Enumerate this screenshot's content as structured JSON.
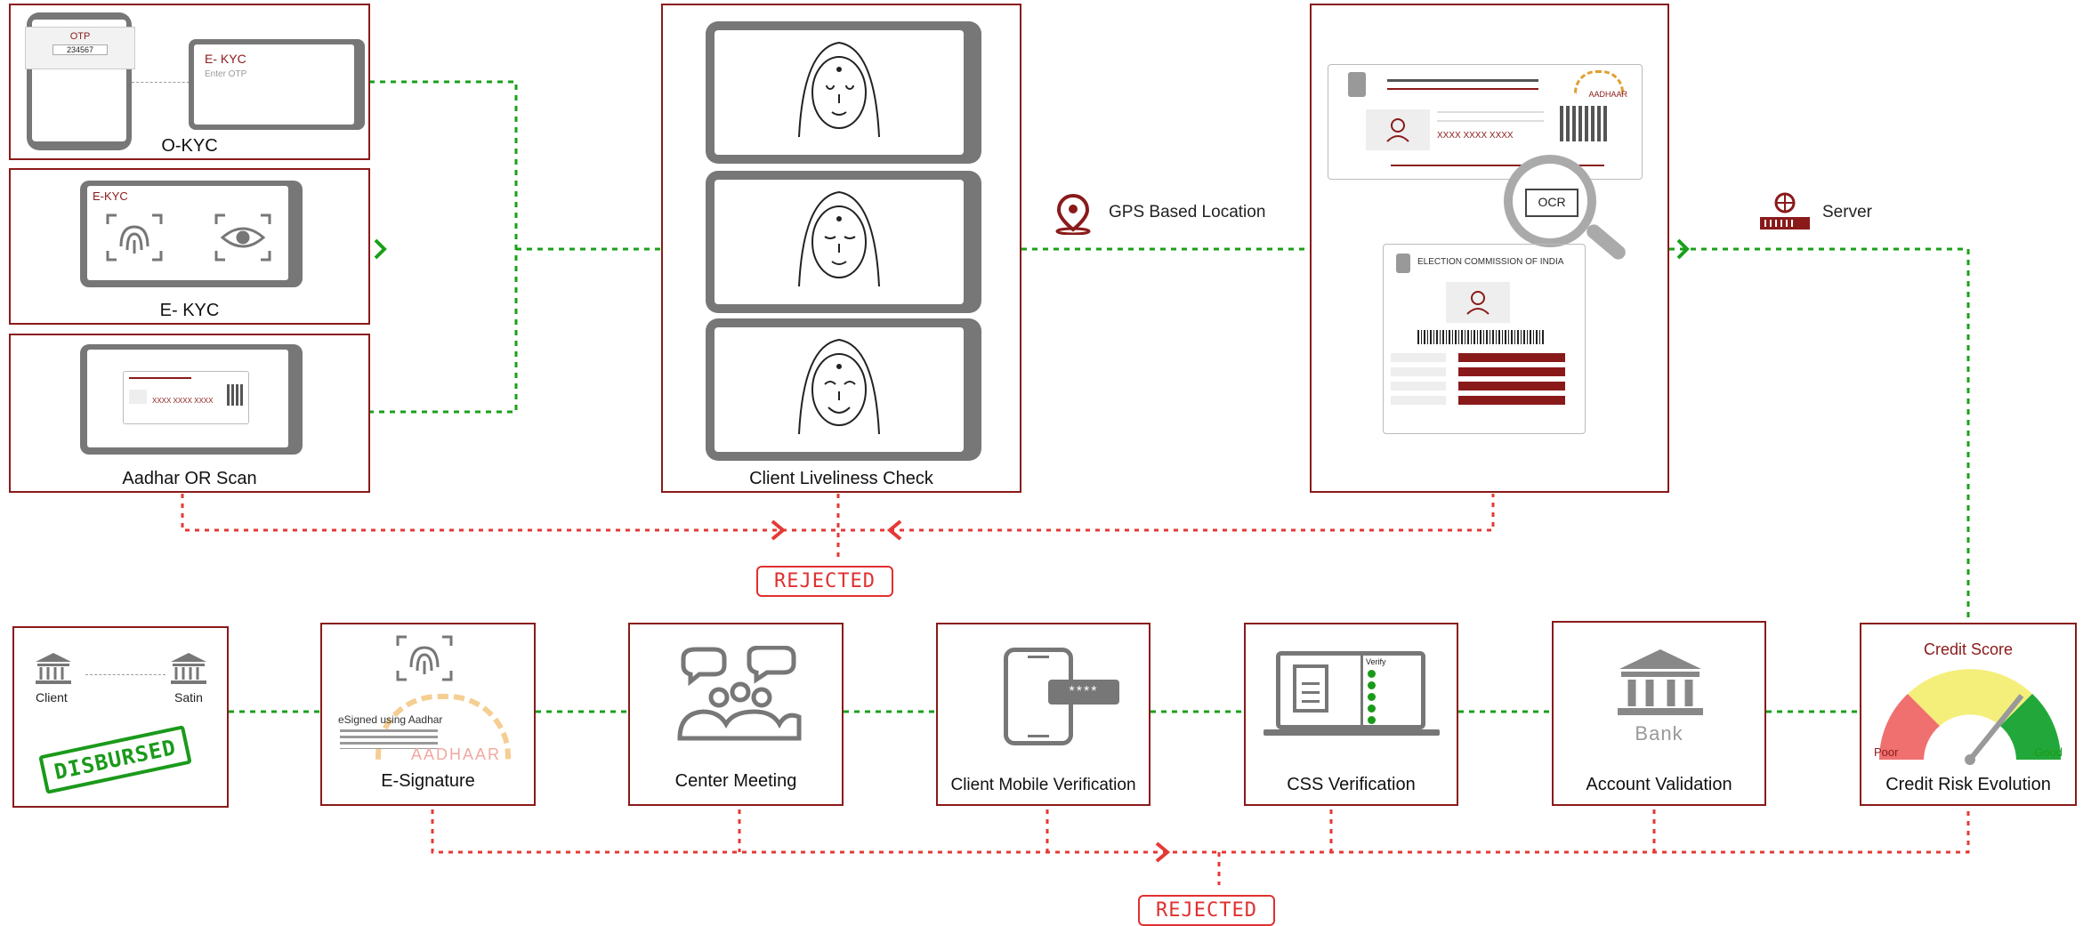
{
  "top": {
    "okyc": {
      "label": "O-KYC",
      "otp_title": "OTP",
      "otp_code": "234567",
      "ekyc_title": "E- KYC",
      "enter_otp": "Enter OTP"
    },
    "ekyc": {
      "label": "E- KYC",
      "badge": "E-KYC"
    },
    "aadhar": {
      "label": "Aadhar OR Scan",
      "card_number": "XXXX XXXX XXXX"
    },
    "liveliness": {
      "label": "Client Liveliness Check"
    },
    "gps": {
      "label": "GPS Based Location"
    },
    "ocr": {
      "aadhaar_logo": "AADHAAR",
      "card_number": "XXXX XXXX XXXX",
      "ocr_label": "OCR",
      "election": "ELECTION COMMISSION OF INDIA"
    },
    "server": {
      "label": "Server"
    },
    "rejected": "REJECTED"
  },
  "bottom": {
    "disbursed": {
      "client": "Client",
      "satin": "Satin",
      "stamp": "DISBURSED"
    },
    "esign": {
      "label": "E-Signature",
      "esigned": "eSigned using Aadhar",
      "aadhaar": "AADHAAR"
    },
    "center": {
      "label": "Center Meeting"
    },
    "mobile": {
      "label": "Client Mobile Verification",
      "pin": "****"
    },
    "css": {
      "label": "CSS Verification",
      "verify": "Verify"
    },
    "account": {
      "label": "Account Validation",
      "bank": "Bank"
    },
    "credit": {
      "label": "Credit Risk Evolution",
      "title": "Credit Score",
      "poor": "Poor",
      "good": "Good"
    },
    "rejected": "REJECTED"
  },
  "colors": {
    "frame": "#8a1a1a",
    "flow_green": "#1aa01a",
    "reject_red": "#e53935"
  }
}
